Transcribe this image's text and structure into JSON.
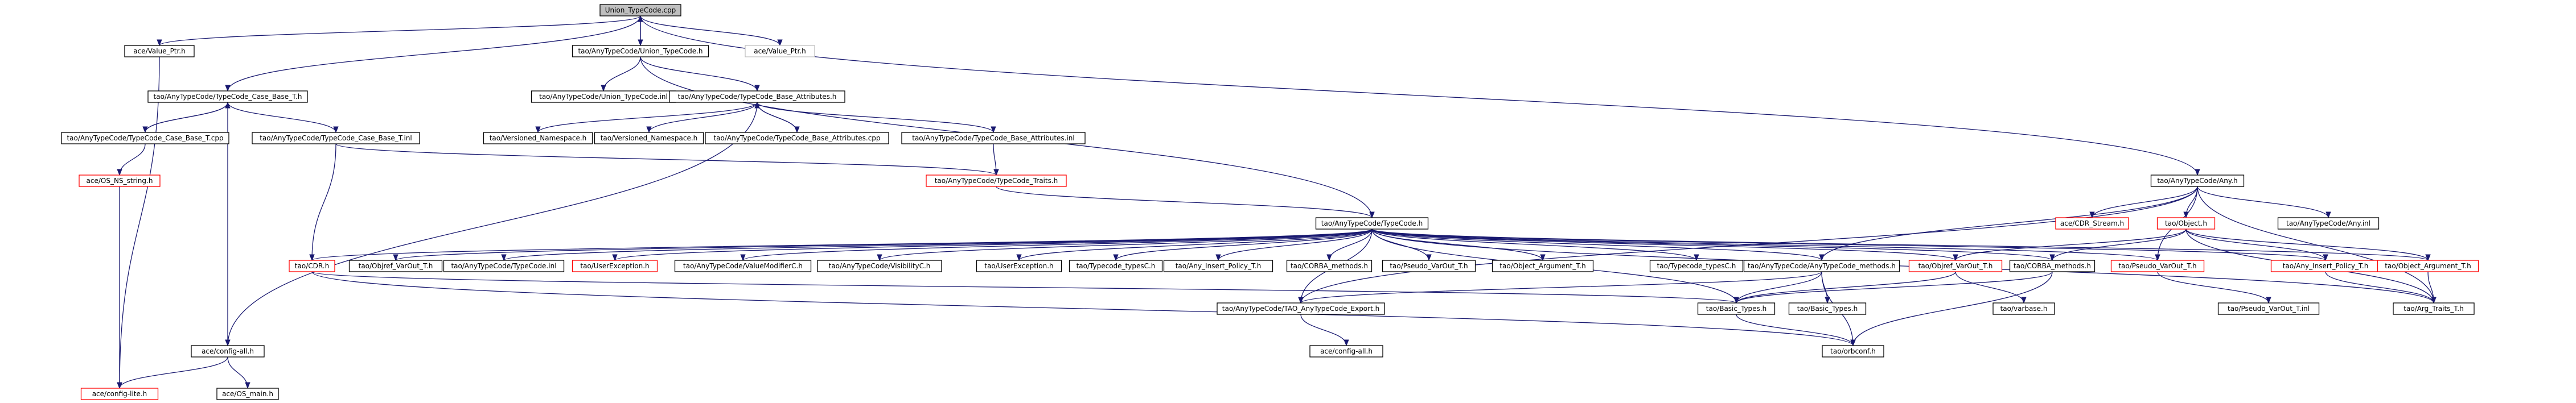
{
  "graph": {
    "colors": {
      "background": "#ffffff",
      "root_fill": "#bfbfbf",
      "node_fill": "#ffffff",
      "node_border": "#000000",
      "missing_border": "#ff0000",
      "disabled_border": "#bfbfbf",
      "edge": "#191970"
    },
    "nodes": [
      {
        "id": "root",
        "label": "Union_TypeCode.cpp",
        "style": "root"
      },
      {
        "id": "value_ptr_1",
        "label": "ace/Value_Ptr.h",
        "style": "normal"
      },
      {
        "id": "union_typecode_h",
        "label": "tao/AnyTypeCode/Union_TypeCode.h",
        "style": "normal"
      },
      {
        "id": "value_ptr_2",
        "label": "ace/Value_Ptr.h",
        "style": "disabled"
      },
      {
        "id": "case_base_t_h",
        "label": "tao/AnyTypeCode/TypeCode_Case_Base_T.h",
        "style": "normal"
      },
      {
        "id": "union_typecode_inl",
        "label": "tao/AnyTypeCode/Union_TypeCode.inl",
        "style": "normal"
      },
      {
        "id": "base_attributes_h",
        "label": "tao/AnyTypeCode/TypeCode_Base_Attributes.h",
        "style": "normal"
      },
      {
        "id": "case_base_t_cpp",
        "label": "tao/AnyTypeCode/TypeCode_Case_Base_T.cpp",
        "style": "normal"
      },
      {
        "id": "case_base_t_inl",
        "label": "tao/AnyTypeCode/TypeCode_Case_Base_T.inl",
        "style": "normal"
      },
      {
        "id": "versioned_ns_1",
        "label": "tao/Versioned_Namespace.h",
        "style": "normal"
      },
      {
        "id": "versioned_ns_2",
        "label": "tao/Versioned_Namespace.h",
        "style": "normal"
      },
      {
        "id": "base_attributes_cpp",
        "label": "tao/AnyTypeCode/TypeCode_Base_Attributes.cpp",
        "style": "normal"
      },
      {
        "id": "base_attributes_inl",
        "label": "tao/AnyTypeCode/TypeCode_Base_Attributes.inl",
        "style": "normal"
      },
      {
        "id": "os_ns_string",
        "label": "ace/OS_NS_string.h",
        "style": "missing"
      },
      {
        "id": "typecode_traits",
        "label": "tao/AnyTypeCode/TypeCode_Traits.h",
        "style": "missing"
      },
      {
        "id": "any_h",
        "label": "tao/AnyTypeCode/Any.h",
        "style": "normal"
      },
      {
        "id": "typecode_h",
        "label": "tao/AnyTypeCode/TypeCode.h",
        "style": "normal"
      },
      {
        "id": "cdr_stream",
        "label": "ace/CDR_Stream.h",
        "style": "missing"
      },
      {
        "id": "object_h",
        "label": "tao/Object.h",
        "style": "missing"
      },
      {
        "id": "any_inl",
        "label": "tao/AnyTypeCode/Any.inl",
        "style": "normal"
      },
      {
        "id": "cdr_h",
        "label": "tao/CDR.h",
        "style": "missing"
      },
      {
        "id": "objref_varout",
        "label": "tao/Objref_VarOut_T.h",
        "style": "normal"
      },
      {
        "id": "typecode_inl",
        "label": "tao/AnyTypeCode/TypeCode.inl",
        "style": "normal"
      },
      {
        "id": "user_exception_1",
        "label": "tao/UserException.h",
        "style": "missing"
      },
      {
        "id": "value_modifier",
        "label": "tao/AnyTypeCode/ValueModifierC.h",
        "style": "normal"
      },
      {
        "id": "visibility",
        "label": "tao/AnyTypeCode/VisibilityC.h",
        "style": "normal"
      },
      {
        "id": "user_exception_2",
        "label": "tao/UserException.h",
        "style": "normal"
      },
      {
        "id": "typecode_typesc_1",
        "label": "tao/Typecode_typesC.h",
        "style": "normal"
      },
      {
        "id": "any_insert_policy_1",
        "label": "tao/Any_Insert_Policy_T.h",
        "style": "normal"
      },
      {
        "id": "corba_methods_1",
        "label": "tao/CORBA_methods.h",
        "style": "normal"
      },
      {
        "id": "pseudo_varout_1",
        "label": "tao/Pseudo_VarOut_T.h",
        "style": "normal"
      },
      {
        "id": "object_argument_1",
        "label": "tao/Object_Argument_T.h",
        "style": "normal"
      },
      {
        "id": "typecode_typesc_2",
        "label": "tao/Typecode_typesC.h",
        "style": "normal"
      },
      {
        "id": "anytypecode_methods",
        "label": "tao/AnyTypeCode/AnyTypeCode_methods.h",
        "style": "normal"
      },
      {
        "id": "objref_varout_2",
        "label": "tao/Objref_VarOut_T.h",
        "style": "missing"
      },
      {
        "id": "corba_methods_2",
        "label": "tao/CORBA_methods.h",
        "style": "normal"
      },
      {
        "id": "pseudo_varout_2",
        "label": "tao/Pseudo_VarOut_T.h",
        "style": "missing"
      },
      {
        "id": "any_insert_policy_2",
        "label": "tao/Any_Insert_Policy_T.h",
        "style": "missing"
      },
      {
        "id": "object_argument_2",
        "label": "tao/Object_Argument_T.h",
        "style": "missing"
      },
      {
        "id": "tao_export",
        "label": "tao/AnyTypeCode/TAO_AnyTypeCode_Export.h",
        "style": "normal"
      },
      {
        "id": "basic_types_1",
        "label": "tao/Basic_Types.h",
        "style": "normal"
      },
      {
        "id": "basic_types_2",
        "label": "tao/Basic_Types.h",
        "style": "normal"
      },
      {
        "id": "varbase",
        "label": "tao/varbase.h",
        "style": "normal"
      },
      {
        "id": "pseudo_varout_inl",
        "label": "tao/Pseudo_VarOut_T.inl",
        "style": "normal"
      },
      {
        "id": "arg_traits",
        "label": "tao/Arg_Traits_T.h",
        "style": "normal"
      },
      {
        "id": "config_all_1",
        "label": "ace/config-all.h",
        "style": "normal"
      },
      {
        "id": "config_all_2",
        "label": "ace/config-all.h",
        "style": "normal"
      },
      {
        "id": "config_lite",
        "label": "ace/config-lite.h",
        "style": "missing"
      },
      {
        "id": "os_main",
        "label": "ace/OS_main.h",
        "style": "normal"
      },
      {
        "id": "orbconf",
        "label": "tao/orbconf.h",
        "style": "normal"
      }
    ]
  }
}
